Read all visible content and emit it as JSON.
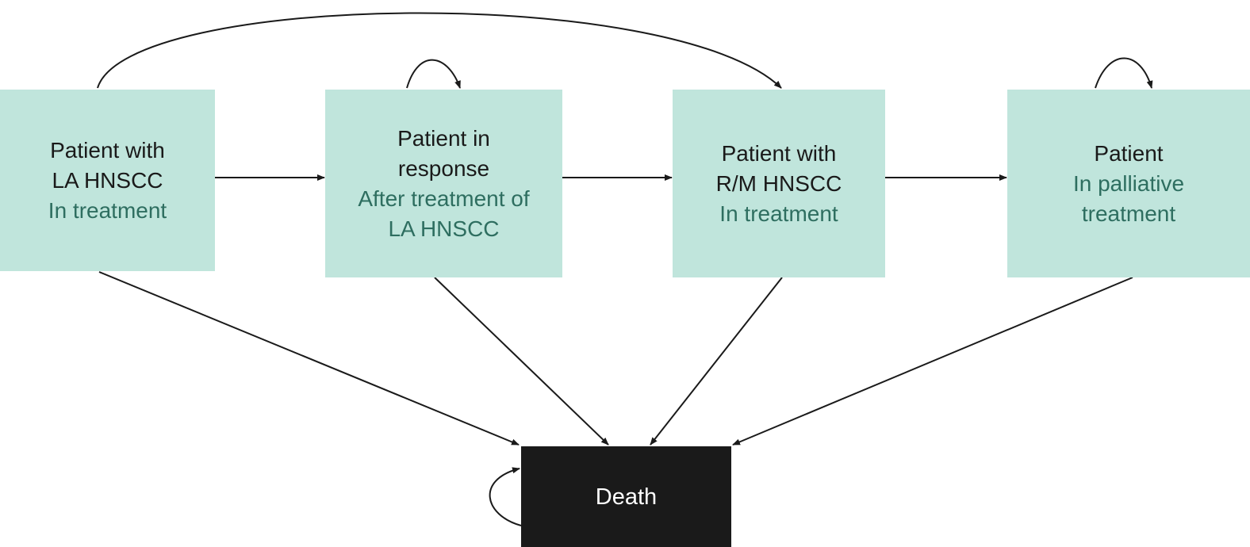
{
  "colors": {
    "box_fill": "#c0e5dc",
    "main_text": "#1a1a1a",
    "sub_text": "#2e6e60",
    "death_fill": "#1a1a1a",
    "death_text": "#ffffff",
    "arrow": "#1a1a1a"
  },
  "states": {
    "la_hnscc": {
      "lines": [
        "Patient with",
        "LA HNSCC"
      ],
      "sub_lines": [
        "In treatment"
      ]
    },
    "response": {
      "lines": [
        "Patient in",
        "response"
      ],
      "sub_lines": [
        "After treatment of",
        "LA HNSCC"
      ]
    },
    "rm_hnscc": {
      "lines": [
        "Patient with",
        "R/M HNSCC"
      ],
      "sub_lines": [
        "In treatment"
      ]
    },
    "palliative": {
      "lines": [
        "Patient"
      ],
      "sub_lines": [
        "In palliative",
        "treatment"
      ]
    },
    "death": {
      "label": "Death"
    }
  },
  "transitions": [
    {
      "from": "la_hnscc",
      "to": "response"
    },
    {
      "from": "la_hnscc",
      "to": "rm_hnscc"
    },
    {
      "from": "la_hnscc",
      "to": "death"
    },
    {
      "from": "response",
      "to": "response"
    },
    {
      "from": "response",
      "to": "rm_hnscc"
    },
    {
      "from": "response",
      "to": "death"
    },
    {
      "from": "rm_hnscc",
      "to": "palliative"
    },
    {
      "from": "rm_hnscc",
      "to": "death"
    },
    {
      "from": "palliative",
      "to": "palliative"
    },
    {
      "from": "palliative",
      "to": "death"
    },
    {
      "from": "death",
      "to": "death"
    }
  ]
}
